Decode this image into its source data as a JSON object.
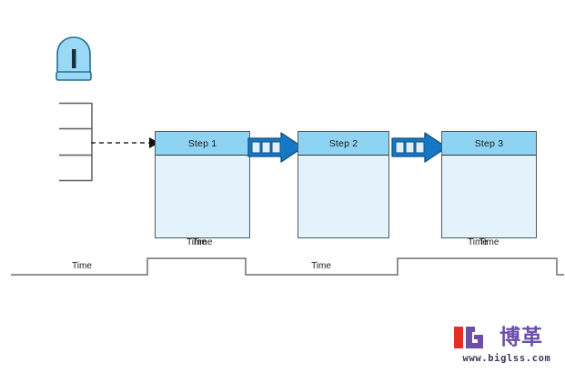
{
  "diagram": {
    "title_icon": "operator-bell-icon",
    "steps": [
      {
        "label": "Step 1",
        "caption": "Time"
      },
      {
        "label": "Step 2",
        "caption": ""
      },
      {
        "label": "Step 3",
        "caption": "Time"
      }
    ],
    "connectors": [
      {
        "name": "block-arrow-1",
        "segments": 3
      },
      {
        "name": "block-arrow-2",
        "segments": 3
      }
    ],
    "input_arrow": {
      "name": "dashed-input-arrow",
      "style": "dashed"
    },
    "comb": {
      "name": "comb-bracket",
      "prongs": 4
    },
    "captions": {
      "step1_caption": "Time",
      "step3_caption": "Time"
    },
    "timeline": {
      "labels": [
        {
          "text": "Time",
          "level": "low"
        },
        {
          "text": "Time",
          "level": "high"
        },
        {
          "text": "Time",
          "level": "low"
        },
        {
          "text": "Time",
          "level": "high"
        }
      ]
    },
    "colors": {
      "header_blue": "#8ed3f2",
      "body_blue": "#e3f2fb",
      "arrow_blue": "#1678c2",
      "outline": "#4d5b63",
      "wave_stroke": "#6e6e6e"
    }
  },
  "logo": {
    "mark_left_letter": "I",
    "mark_right_letter": "G",
    "brand_cn": "博革",
    "url": "www.biglss.com",
    "red": "#e03127",
    "purple": "#6b4fa8"
  }
}
